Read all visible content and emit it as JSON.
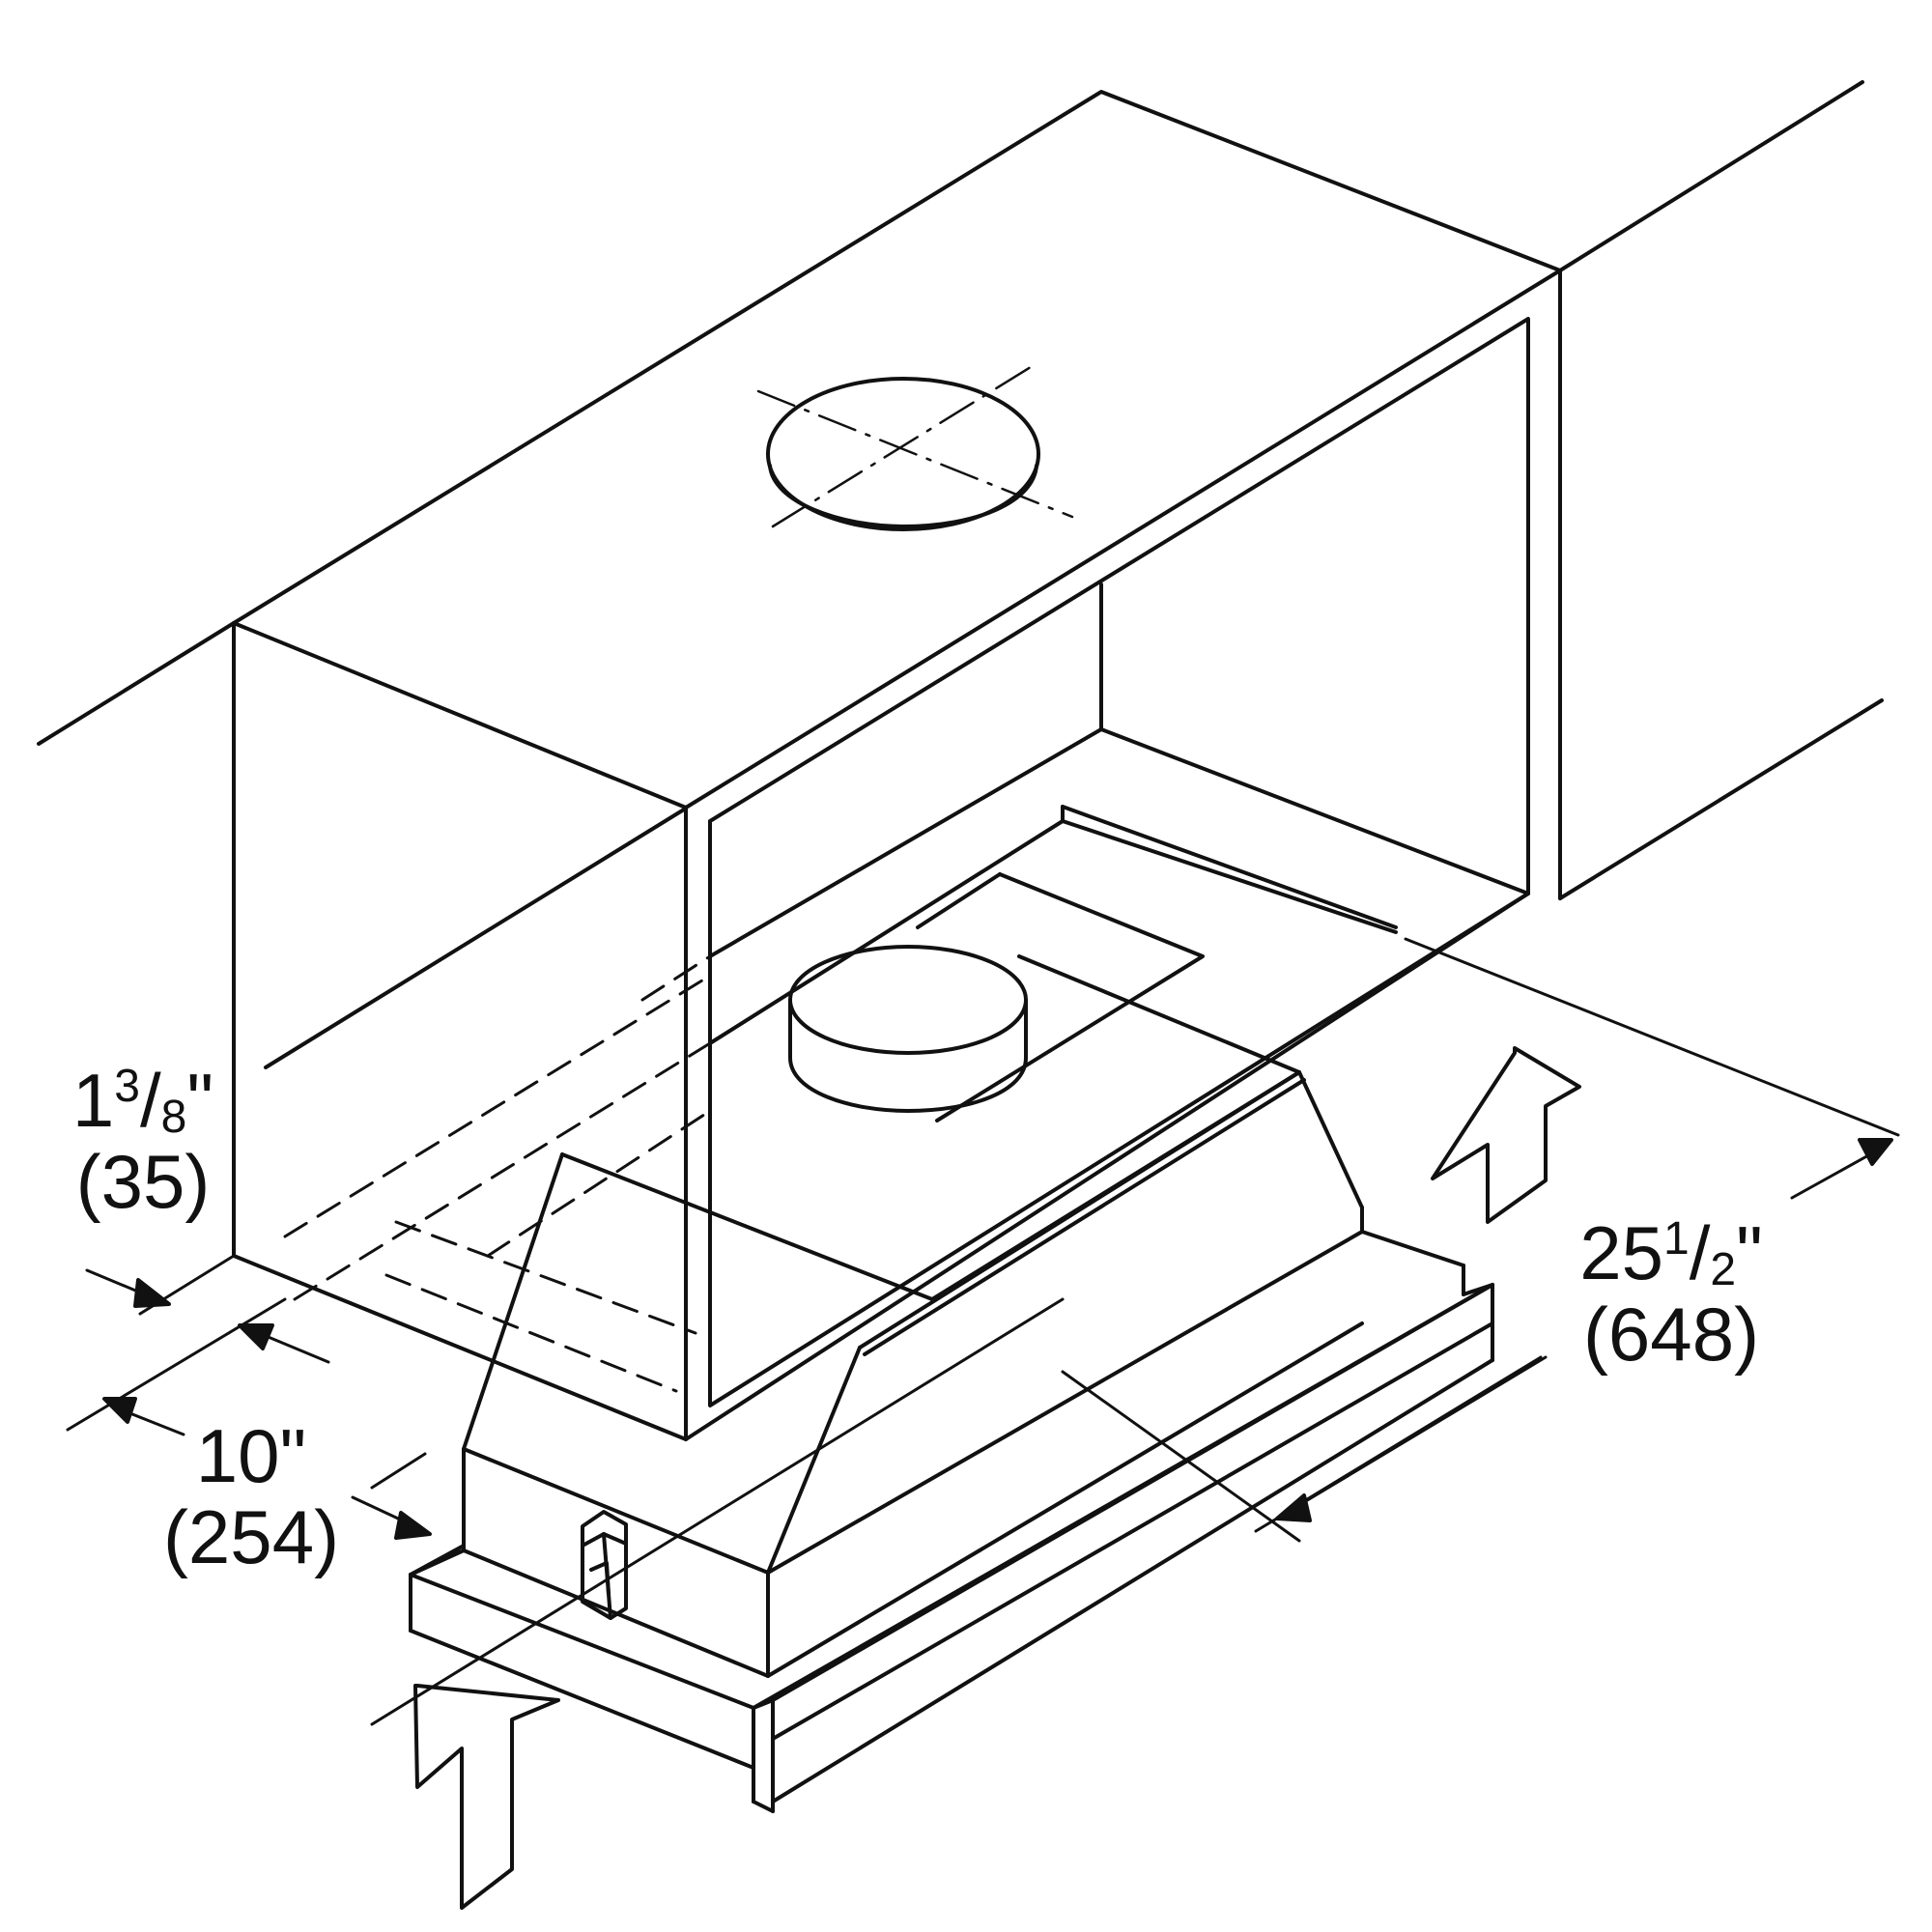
{
  "dimensions": {
    "depth": {
      "whole": "1",
      "numerator": "3",
      "denominator": "8",
      "unit": "\"",
      "metric": "(35)"
    },
    "front": {
      "value": "10\"",
      "metric": "(254)"
    },
    "width": {
      "whole": "25",
      "numerator": "1",
      "denominator": "2",
      "unit": "\"",
      "metric": "(648)"
    }
  },
  "colors": {
    "line": "#111111",
    "background": "#ffffff"
  }
}
